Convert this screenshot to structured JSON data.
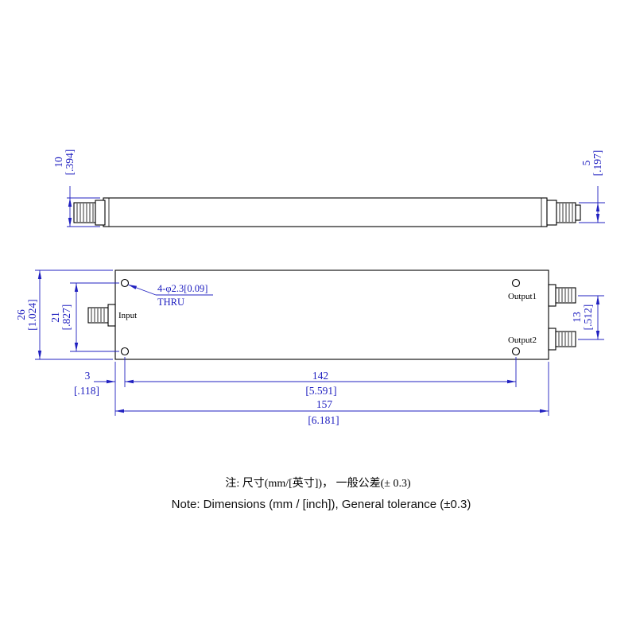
{
  "side_view": {
    "body_height_mm": "10",
    "body_height_in": "[.394]",
    "connector_height_mm": "5",
    "connector_height_in": "[.197]"
  },
  "plan_view": {
    "input_label": "Input",
    "output1_label": "Output1",
    "output2_label": "Output2",
    "hole_callout_line1": "4-φ2.3[0.09]",
    "hole_callout_line2": "THRU",
    "body_width_mm": "26",
    "body_width_in": "[1.024]",
    "hole_row_span_mm": "21",
    "hole_row_span_in": "[.827]",
    "output_spacing_mm": "13",
    "output_spacing_in": "[.512]",
    "hole_edge_offset_mm": "3",
    "hole_edge_offset_in": "[.118]",
    "hole_pitch_mm": "142",
    "hole_pitch_in": "[5.591]",
    "overall_length_mm": "157",
    "overall_length_in": "[6.181]"
  },
  "notes": {
    "chinese": "注: 尺寸(mm/[英寸])， 一般公差(± 0.3)",
    "english": "Note: Dimensions (mm / [inch]), General tolerance (±0.3)"
  },
  "colors": {
    "dimension_blue": "#2020c0",
    "outline_black": "#000000"
  }
}
